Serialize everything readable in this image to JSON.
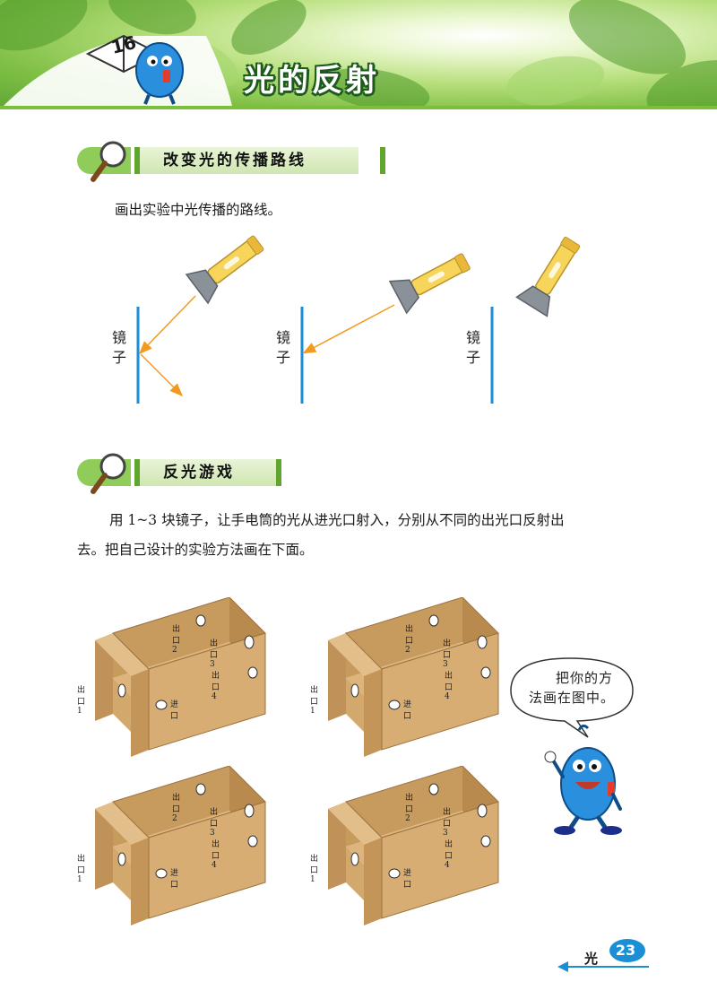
{
  "header": {
    "lesson_number": "16",
    "title": "光的反射"
  },
  "section1": {
    "heading": "改变光的传播路线",
    "instruction": "画出实验中光传播的路线。",
    "mirror_label_line1": "镜",
    "mirror_label_line2": "子"
  },
  "section2": {
    "heading": "反光游戏",
    "paragraph_line1": "用 1~3 块镜子，让手电筒的光从进光口射入，分别从不同的出光口反射出",
    "paragraph_line2": "去。把自己设计的实验方法画在下面。",
    "box_labels": {
      "exit1": "出口1",
      "exit2": "出口2",
      "exit3": "出口3",
      "exit4": "出口4",
      "entrance": "进口"
    }
  },
  "mascot_bubble": {
    "line1": "把你的方",
    "line2": "法画在图中。"
  },
  "footer": {
    "unit": "光",
    "page_number": "23"
  },
  "colors": {
    "banner_green": "#7fbf45",
    "mirror_blue": "#1a8fd6",
    "ray_orange": "#f39a1e",
    "section_green": "#8fcc5a"
  }
}
